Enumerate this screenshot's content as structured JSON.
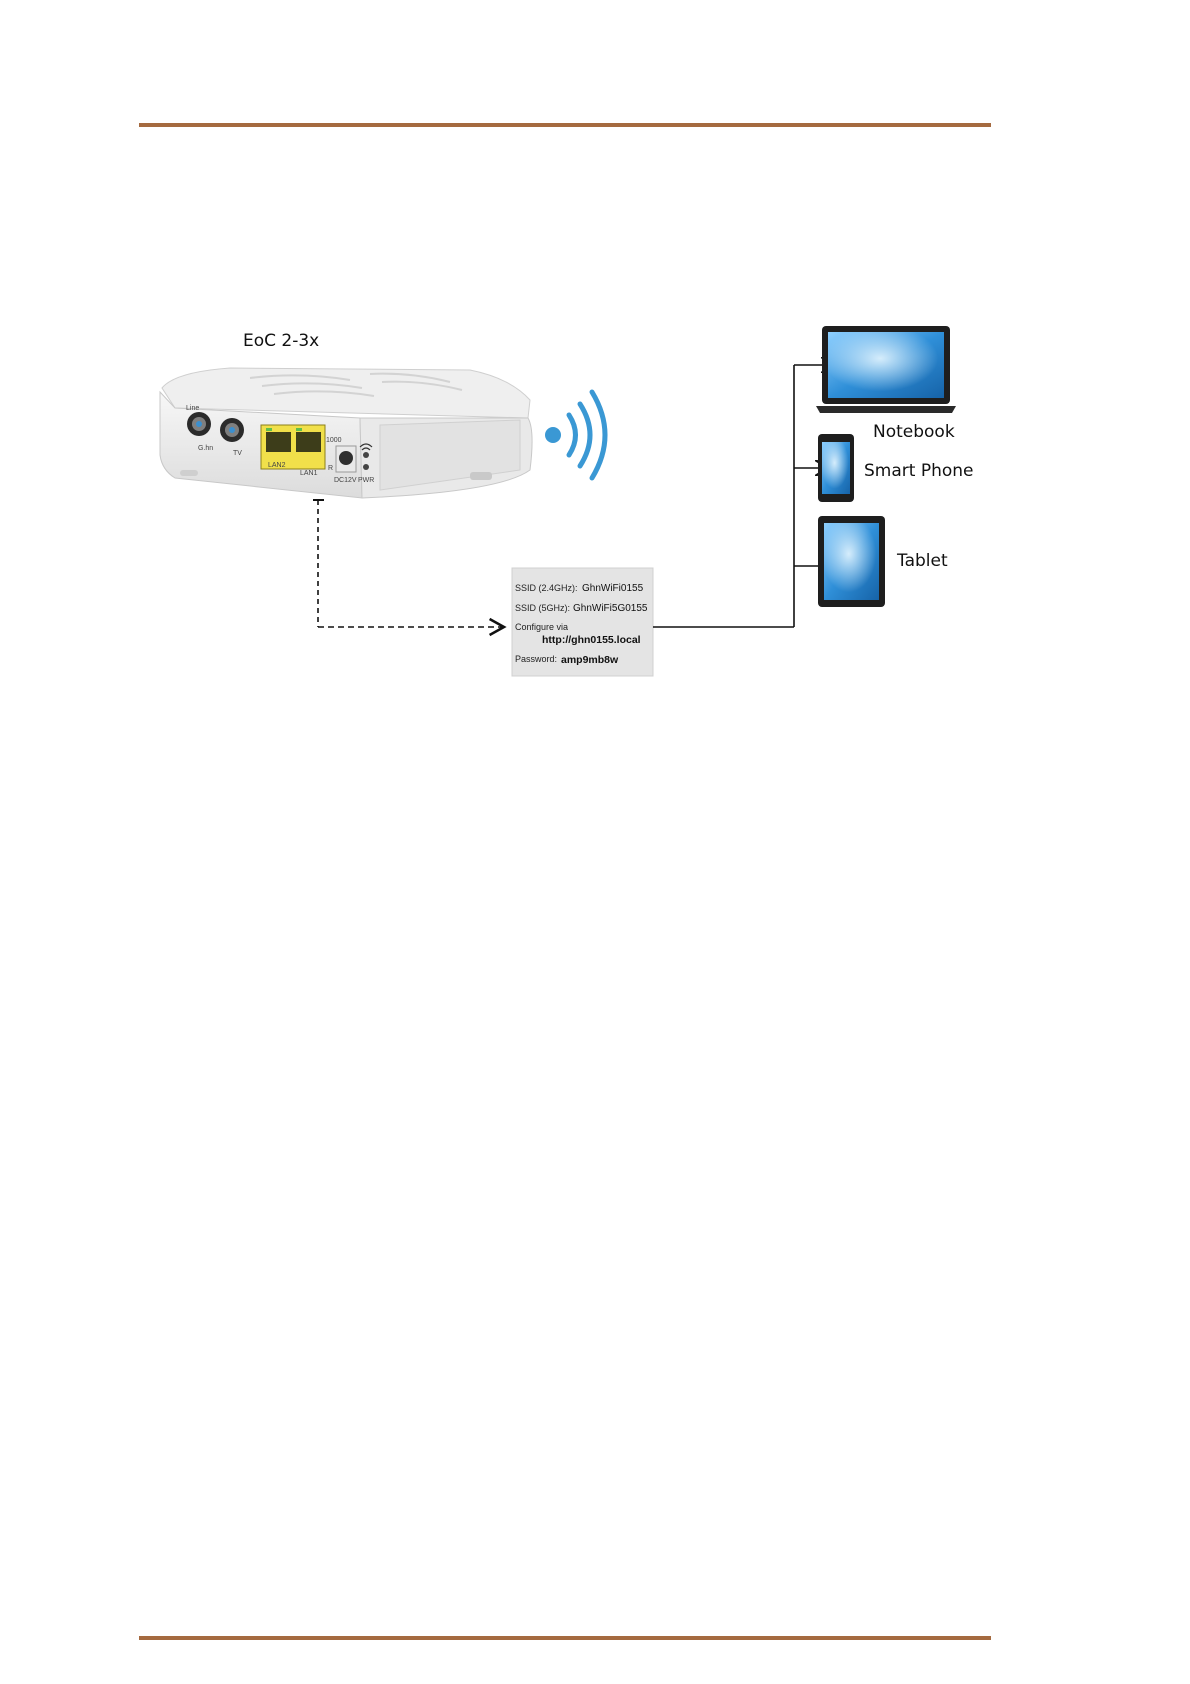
{
  "device": {
    "title": "EoC 2-3x",
    "ports": {
      "in": "Line",
      "out": "G.hn",
      "tv": "TV",
      "lan2": "LAN2",
      "lan1": "LAN1",
      "dc": "DC12V",
      "pwr": "PWR",
      "r": "R",
      "gig": "1000"
    }
  },
  "sticker": {
    "ssid24_label": "SSID (2.4GHz):",
    "ssid24_value": "GhnWiFi0155",
    "ssid5_label": "SSID (5GHz):",
    "ssid5_value": "GhnWiFi5G0155",
    "configure_label": "Configure via",
    "configure_url": "http://ghn0155.local",
    "password_label": "Password:",
    "password_value": "amp9mb8w"
  },
  "clients": [
    {
      "label": "Notebook",
      "icon": "laptop-icon"
    },
    {
      "label": "Smart Phone",
      "icon": "smartphone-icon"
    },
    {
      "label": "Tablet",
      "icon": "tablet-icon"
    }
  ],
  "colors": {
    "rule": "#a56a3f",
    "wifi": "#3a98d4",
    "port_yellow": "#f1e04a",
    "screen": "#2f8fd8"
  }
}
